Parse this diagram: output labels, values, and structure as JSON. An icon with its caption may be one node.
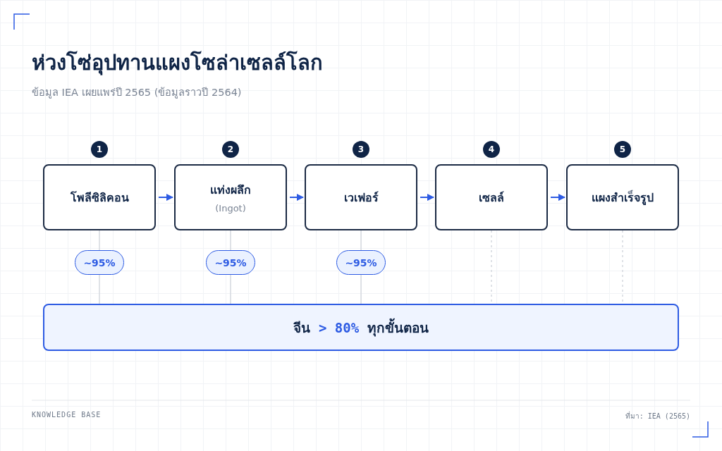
{
  "diagram": {
    "title": "ห่วงโซ่อุปทานแผงโซล่าเซลล์โลก",
    "nodes": [
      {
        "text": [
          "1"
        ]
      },
      {
        "text": [
          "2"
        ]
      },
      {
        "text": [
          "3"
        ]
      },
      {
        "text": [
          "4"
        ]
      },
      {
        "text": [
          "5"
        ]
      },
      {
        "text": [
          "โพลีซิลิคอน"
        ]
      },
      {
        "text": [
          "แท่งผลึก",
          "(Ingot)"
        ]
      },
      {
        "text": [
          "เวเฟอร์"
        ]
      },
      {
        "text": [
          "เซลล์"
        ]
      },
      {
        "text": [
          "แผงสำเร็จรูป"
        ]
      },
      {
        "text": [
          "~95%"
        ]
      },
      {
        "text": [
          "~95%"
        ]
      },
      {
        "text": [
          "~95%"
        ]
      },
      {
        "text": [
          "จีน",
          "> 80%",
          "ทุกขั้นตอน"
        ]
      }
    ],
    "edges": [
      {
        "from": 5,
        "to": 6,
        "arrow": "to",
        "color": "#2d5be3"
      },
      {
        "from": 6,
        "to": 7,
        "arrow": "to",
        "color": "#2d5be3"
      },
      {
        "from": 7,
        "to": 8,
        "arrow": "to",
        "color": "#2d5be3"
      },
      {
        "from": 8,
        "to": 9,
        "arrow": "to",
        "color": "#2d5be3"
      },
      {
        "from": 5,
        "to": 10,
        "arrow": "none"
      },
      {
        "from": 10,
        "to": 13,
        "arrow": "none"
      },
      {
        "from": 6,
        "to": 11,
        "arrow": "none"
      },
      {
        "from": 11,
        "to": 13,
        "arrow": "none"
      },
      {
        "from": 7,
        "to": 12,
        "arrow": "none"
      },
      {
        "from": 12,
        "to": 13,
        "arrow": "none"
      },
      {
        "from": 8,
        "to": 13,
        "arrow": "none",
        "style": "dashed"
      },
      {
        "from": 9,
        "to": 13,
        "arrow": "none",
        "style": "dashed"
      }
    ],
    "labels": [
      "ข้อมูล IEA เผยแพร่ปี 2565 (ข้อมูลราวปี 2564)",
      "KNOWLEDGE BASE",
      "ที่มา: IEA (2565)"
    ]
  }
}
